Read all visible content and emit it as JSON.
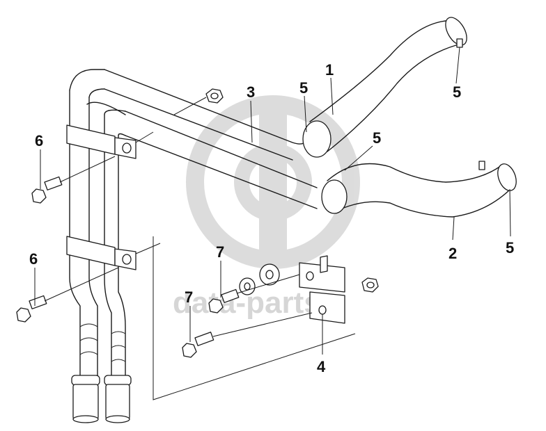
{
  "watermark": {
    "text": "data-parts",
    "color": "#d6d6d6"
  },
  "callouts": {
    "hose_upper": "1",
    "hose_lower": "2",
    "pipe_assembly": "3",
    "bracket": "4",
    "clamp_a": "5",
    "clamp_b": "5",
    "clamp_c": "5",
    "clamp_d": "5",
    "bolt_upper": "6",
    "bolt_lower": "6",
    "bolt_bracket_upper": "7",
    "bolt_bracket_lower": "7"
  }
}
